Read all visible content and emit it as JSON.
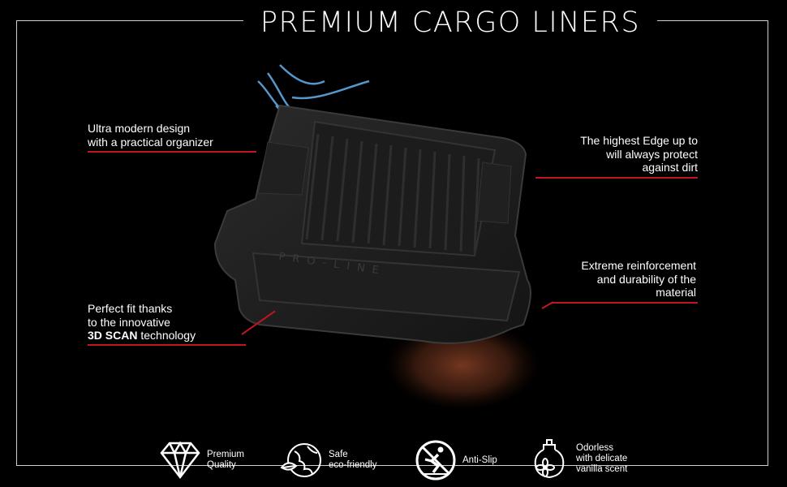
{
  "title": "PREMIUM CARGO LINERS",
  "product_embossing": "PRO-LINE",
  "callouts": {
    "top_left": {
      "lines": [
        "Ultra modern design",
        "with a practical organizer"
      ]
    },
    "bottom_left": {
      "lines": [
        "Perfect fit thanks",
        "to the innovative"
      ],
      "bold": "3D SCAN",
      "rest": " technology"
    },
    "top_right": {
      "lines": [
        "The highest Edge up to",
        "will always protect",
        "against dirt"
      ]
    },
    "bottom_right": {
      "lines": [
        "Extreme reinforcement",
        "and durability of the",
        "material"
      ]
    }
  },
  "features": [
    {
      "icon": "diamond-icon",
      "lines": [
        "Premium",
        "Quality"
      ]
    },
    {
      "icon": "leaf-globe-icon",
      "lines": [
        "Safe",
        "eco-friendly"
      ]
    },
    {
      "icon": "anti-slip-icon",
      "lines": [
        "Anti-Slip"
      ]
    },
    {
      "icon": "scent-bottle-icon",
      "lines": [
        "Odorless",
        "with delicate",
        "vanilla scent"
      ]
    }
  ],
  "colors": {
    "background": "#000000",
    "accent_red": "#c01622",
    "frame": "#cfcfcf"
  }
}
